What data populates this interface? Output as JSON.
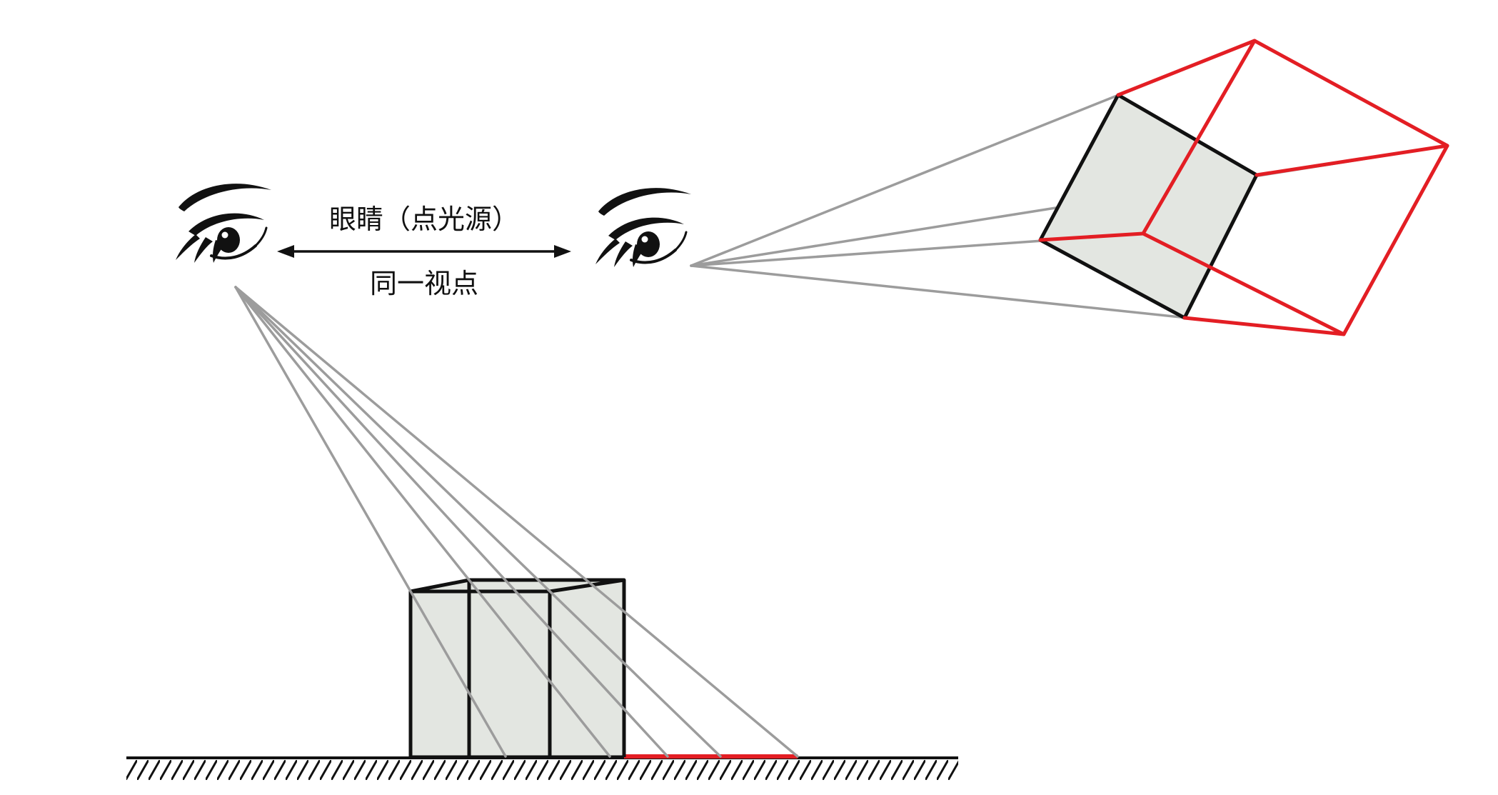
{
  "scene": {
    "labels": {
      "eye_pointlight": "眼睛（点光源）",
      "same_viewpoint": "同一视点"
    },
    "colors": {
      "red": "#e31e24",
      "ray_gray": "#9c9c9c",
      "ink": "#111111",
      "cube_fill": "#e3e6e1"
    },
    "icons": {
      "left_eye": "eye-illustration",
      "right_eye": "eye-illustration",
      "double_arrow": "left-right-arrow"
    }
  }
}
